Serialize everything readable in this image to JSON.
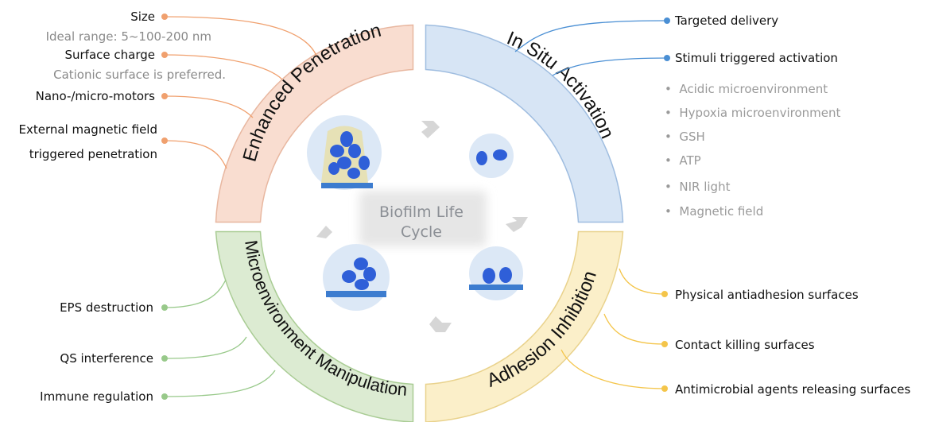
{
  "hub": {
    "line1": "Biofilm Life",
    "line2": "Cycle"
  },
  "segments": [
    {
      "id": "penetration",
      "title": "Enhanced Penetration",
      "fill": "#f9ddd0",
      "stroke": "#e8b7a0"
    },
    {
      "id": "activation",
      "title": "In Situ Activation",
      "fill": "#d7e5f5",
      "stroke": "#9fbde0"
    },
    {
      "id": "adhesion",
      "title": "Adhesion Inhibition",
      "fill": "#fbefc9",
      "stroke": "#e9d28c"
    },
    {
      "id": "microenv",
      "title": "Microenvironment Manipulation",
      "fill": "#dcebd2",
      "stroke": "#a9cc94"
    }
  ],
  "colors": {
    "orange": "#f0a06e",
    "blue": "#4a8fd4",
    "yellow": "#f4c54a",
    "green": "#98c98a",
    "cell": "#2f5fd8",
    "plate": "#3c7ccf",
    "chevron": "#d6d6d6"
  },
  "penetration": {
    "size": {
      "title": "Size",
      "detail": "Ideal range: 5~100-200 nm"
    },
    "charge": {
      "title": "Surface charge",
      "detail": "Cationic surface is preferred."
    },
    "motors": "Nano-/micro-motors",
    "magnetic": {
      "line1": "External magnetic field",
      "line2": "triggered penetration"
    }
  },
  "activation": {
    "targeted": "Targeted delivery",
    "stimuli": "Stimuli triggered activation",
    "stimuli_list": [
      "Acidic microenvironment",
      "Hypoxia microenvironment",
      "GSH",
      "ATP",
      "NIR light",
      "Magnetic field"
    ]
  },
  "adhesion": {
    "items": [
      "Physical antiadhesion surfaces",
      "Contact killing surfaces",
      "Antimicrobial agents releasing surfaces"
    ]
  },
  "microenv": {
    "items": [
      "EPS destruction",
      "QS interference",
      "Immune regulation"
    ]
  }
}
